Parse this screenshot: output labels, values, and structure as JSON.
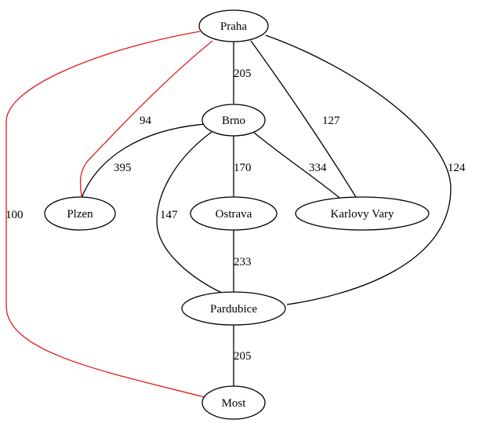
{
  "colors": {
    "default_edge": "#000000",
    "highlight_edge": "#e41a1c"
  },
  "nodes": [
    {
      "id": "praha",
      "label": "Praha"
    },
    {
      "id": "brno",
      "label": "Brno"
    },
    {
      "id": "plzen",
      "label": "Plzen"
    },
    {
      "id": "ostrava",
      "label": "Ostrava"
    },
    {
      "id": "karlovy-vary",
      "label": "Karlovy Vary"
    },
    {
      "id": "pardubice",
      "label": "Pardubice"
    },
    {
      "id": "most",
      "label": "Most"
    }
  ],
  "edges": [
    {
      "id": "praha-brno",
      "from": "Praha",
      "to": "Brno",
      "label": "205",
      "highlight": false
    },
    {
      "id": "praha-plzen",
      "from": "Praha",
      "to": "Plzen",
      "label": "94",
      "highlight": true
    },
    {
      "id": "praha-karlovy-vary",
      "from": "Praha",
      "to": "Karlovy Vary",
      "label": "127",
      "highlight": false
    },
    {
      "id": "praha-pardubice",
      "from": "Praha",
      "to": "Pardubice",
      "label": "124",
      "highlight": false
    },
    {
      "id": "praha-most",
      "from": "Praha",
      "to": "Most",
      "label": "100",
      "highlight": true
    },
    {
      "id": "brno-plzen",
      "from": "Brno",
      "to": "Plzen",
      "label": "395",
      "highlight": false
    },
    {
      "id": "brno-ostrava",
      "from": "Brno",
      "to": "Ostrava",
      "label": "170",
      "highlight": false
    },
    {
      "id": "brno-karlovy-vary",
      "from": "Brno",
      "to": "Karlovy Vary",
      "label": "334",
      "highlight": false
    },
    {
      "id": "brno-pardubice",
      "from": "Brno",
      "to": "Pardubice",
      "label": "147",
      "highlight": false
    },
    {
      "id": "ostrava-pardubice",
      "from": "Ostrava",
      "to": "Pardubice",
      "label": "233",
      "highlight": false
    },
    {
      "id": "pardubice-most",
      "from": "Pardubice",
      "to": "Most",
      "label": "205",
      "highlight": false
    }
  ]
}
